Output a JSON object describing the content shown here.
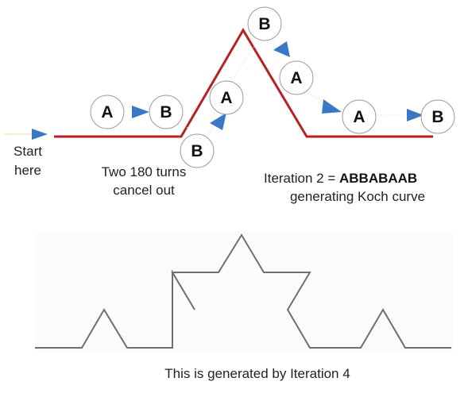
{
  "diagram": {
    "labels": {
      "start_line1": "Start",
      "start_line2": "here",
      "turns_line1": "Two 180 turns",
      "turns_line2": "cancel out",
      "iteration_prefix": "Iteration 2 = ",
      "iteration_string": "ABBABAAB",
      "iteration_line2": "generating Koch curve",
      "caption": "This is generated by Iteration 4"
    },
    "nodes": [
      "A",
      "B",
      "B",
      "A",
      "B",
      "A",
      "A",
      "B"
    ],
    "colors": {
      "path_line": "#b52222",
      "arrow": "#3b78c4",
      "node_border": "#9a9a9a",
      "koch_curve": "#6f6f6f",
      "panel_background": "#fbfbfb"
    }
  }
}
